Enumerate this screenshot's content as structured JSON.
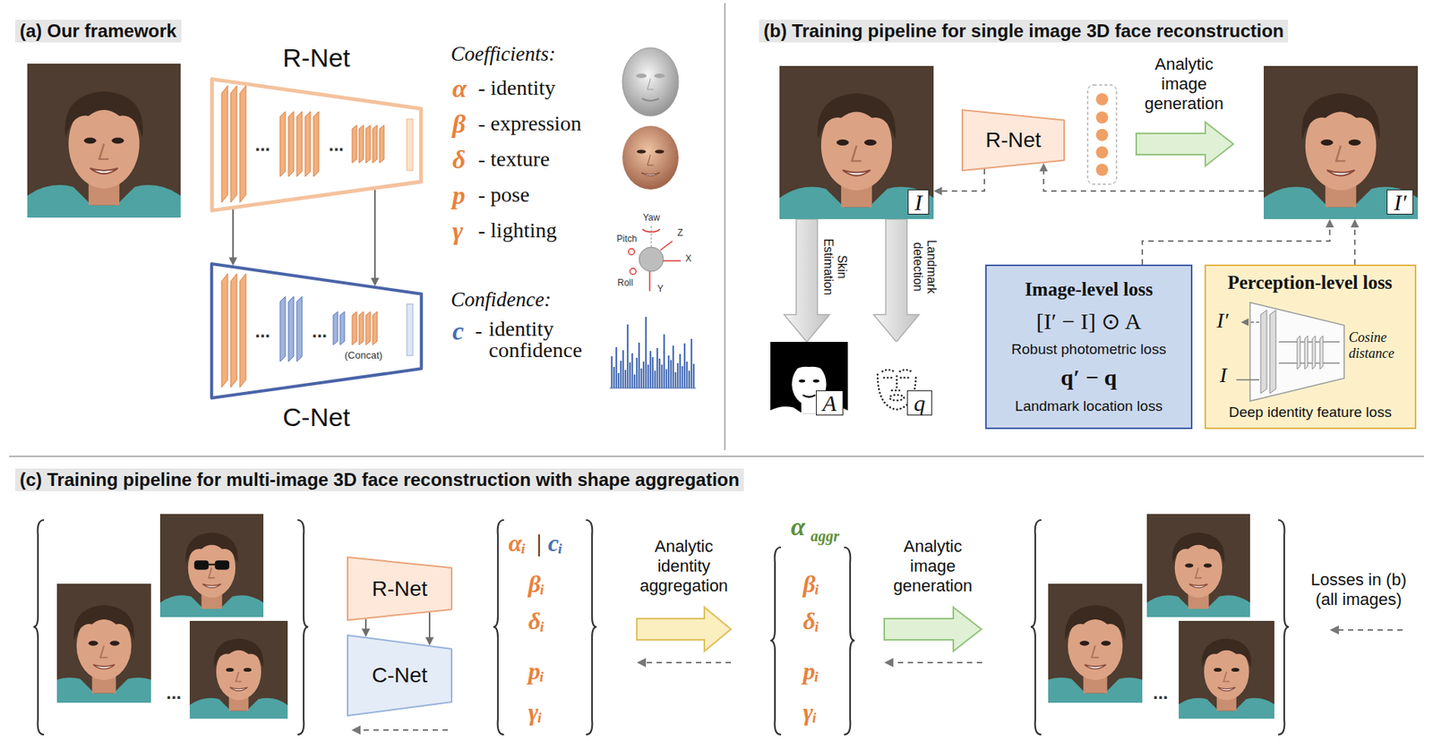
{
  "diagram": {
    "nodes": [
      {
        "text": [
          "R-Net",
          "...",
          "..."
        ]
      },
      {
        "text": [
          "...",
          "...",
          "(Concat)",
          "C-Net"
        ]
      },
      {
        "text": [
          "I"
        ]
      },
      {
        "text": [
          "R-Net"
        ]
      },
      {
        "text": [
          "I′"
        ]
      },
      {
        "text": [
          "A"
        ]
      },
      {
        "text": [
          "q"
        ]
      },
      {
        "text": [
          "Image-level loss",
          "[I′ − I] ⊙ A",
          "Robust photometric loss",
          "q′ − q",
          "Landmark location loss"
        ]
      },
      {
        "text": [
          "Perception-level loss",
          "I′",
          "I",
          "Cosine distance",
          "Deep identity feature loss"
        ]
      },
      {
        "text": [
          "R-Net"
        ]
      },
      {
        "text": [
          "C-Net"
        ]
      }
    ],
    "edges": [
      {
        "from": 0,
        "to": 1,
        "arrow": "to"
      },
      {
        "from": 0,
        "to": 1,
        "arrow": "to"
      },
      {
        "from": 3,
        "to": 2,
        "arrow": "to"
      },
      {
        "from": 4,
        "to": 3,
        "arrow": "to"
      },
      {
        "from": 2,
        "to": 5,
        "arrow": "to",
        "label": "Skin Estimation"
      },
      {
        "from": 2,
        "to": 6,
        "arrow": "to",
        "label": "Landmark detection"
      },
      {
        "from": 7,
        "to": 4,
        "arrow": "to"
      },
      {
        "from": 8,
        "to": 4,
        "arrow": "to"
      },
      {
        "from": 9,
        "to": 10,
        "arrow": "to"
      },
      {
        "from": 9,
        "to": 10,
        "arrow": "to"
      }
    ],
    "labels": [
      "(a) Our framework",
      "Coefficients:",
      "α",
      "- identity",
      "β",
      "- expression",
      "δ",
      "- texture",
      "p",
      "- pose",
      "γ",
      "- lighting",
      "Yaw",
      "Pitch",
      "Roll",
      "Z",
      "X",
      "Y",
      "Confidence:",
      "c",
      "-",
      "identity confidence",
      "(b) Training pipeline for single image 3D face reconstruction",
      "Analytic image generation",
      "(c) Training pipeline for multi-image 3D face reconstruction with shape aggregation",
      "...",
      "αᵢ",
      "|",
      "cᵢ",
      "βᵢ",
      "δᵢ",
      "pᵢ",
      "γᵢ",
      "Analytic identity aggregation",
      "α",
      "aggr",
      "βᵢ",
      "δᵢ",
      "pᵢ",
      "γᵢ",
      "Analytic image generation",
      "...",
      "Losses in (b) (all images)"
    ]
  }
}
